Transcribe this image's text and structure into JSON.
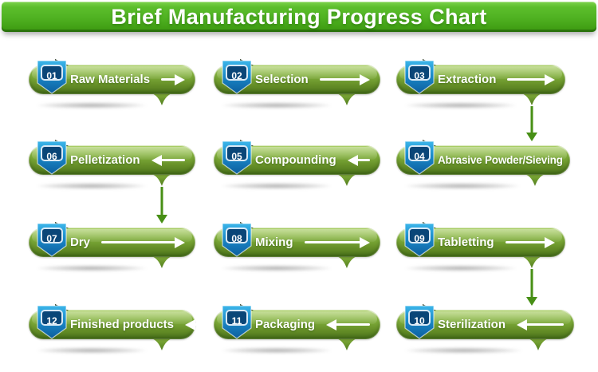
{
  "title": "Brief Manufacturing Progress Chart",
  "steps": [
    {
      "number": "01",
      "label": "Raw Materials",
      "arrow": "right"
    },
    {
      "number": "02",
      "label": "Selection",
      "arrow": "right"
    },
    {
      "number": "03",
      "label": "Extraction",
      "arrow": "right",
      "connector_down": true
    },
    {
      "number": "06",
      "label": "Pelletization",
      "arrow": "left",
      "connector_down": true
    },
    {
      "number": "05",
      "label": "Compounding",
      "arrow": "left"
    },
    {
      "number": "04",
      "label": "Abrasive Powder/Sieving",
      "arrow": "none"
    },
    {
      "number": "07",
      "label": "Dry",
      "arrow": "right"
    },
    {
      "number": "08",
      "label": "Mixing",
      "arrow": "right"
    },
    {
      "number": "09",
      "label": "Tabletting",
      "arrow": "right",
      "connector_down": true
    },
    {
      "number": "12",
      "label": "Finished products",
      "arrow": "left"
    },
    {
      "number": "11",
      "label": "Packaging",
      "arrow": "left"
    },
    {
      "number": "10",
      "label": "Sterilization",
      "arrow": "left"
    }
  ],
  "colors": {
    "header_green_top": "#5cbe2c",
    "header_green_bottom": "#3f9d13",
    "pill_green_top": "#a3cb56",
    "pill_green_bottom": "#4c751b",
    "badge_blue_top": "#3cb6ea",
    "badge_blue_bottom": "#0c5e9e",
    "badge_plate_navy": "#0a4678",
    "connector_green": "#478f15",
    "text_white": "#ffffff"
  }
}
